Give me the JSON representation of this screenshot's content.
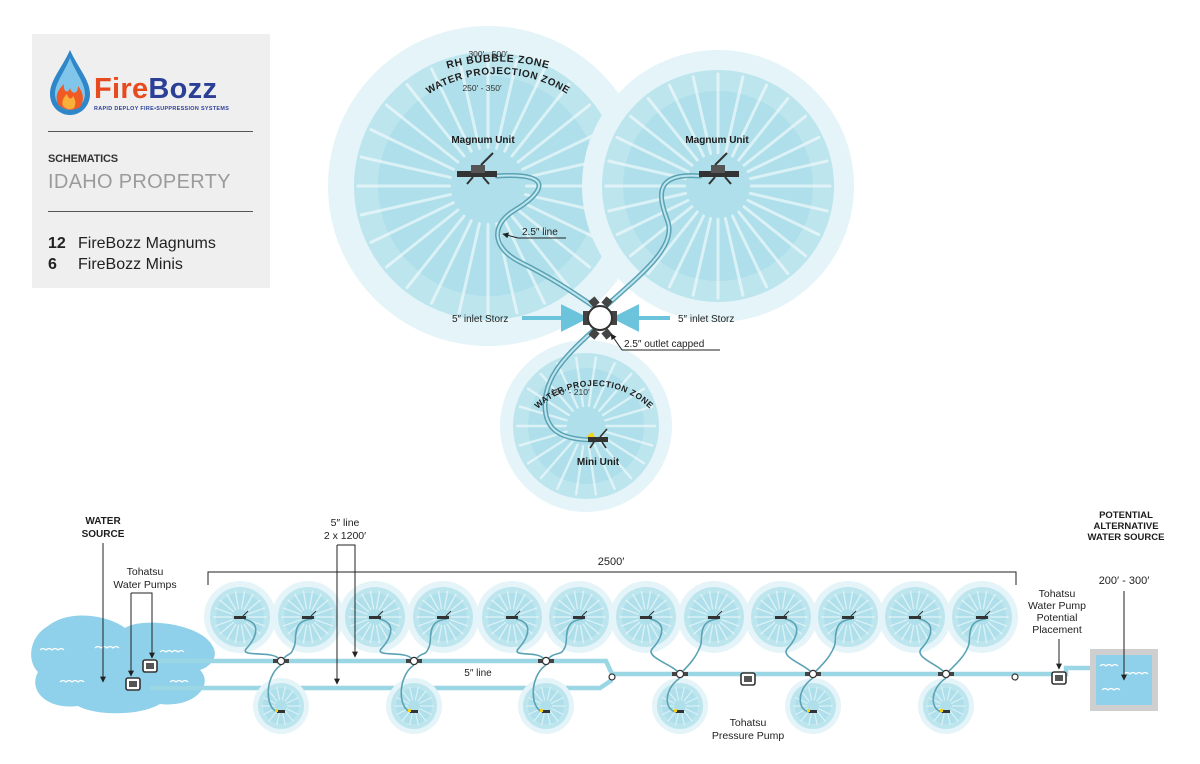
{
  "panel": {
    "brand_fire": "Fire",
    "brand_bozz": "Bozz",
    "tagline": "RAPID DEPLOY FIRE•SUPPRESSION SYSTEMS",
    "section_label": "SCHEMATICS",
    "property_name": "IDAHO PROPERTY",
    "counts": [
      {
        "num": "12",
        "label": "FireBozz Magnums"
      },
      {
        "num": "6",
        "label": "FireBozz Minis"
      }
    ]
  },
  "detail": {
    "rh_bubble_zone": "RH BUBBLE ZONE",
    "rh_bubble_range": "300′ - 500′",
    "projection_zone": "WATER PROJECTION ZONE",
    "magnum_projection_range": "250′ - 350′",
    "mini_projection_range": "150′ - 210′",
    "magnum_unit_left": "Magnum Unit",
    "magnum_unit_right": "Magnum Unit",
    "mini_unit": "Mini Unit",
    "line_label": "2.5″ line",
    "inlet_left": "5″ inlet Storz",
    "inlet_right": "5″ inlet Storz",
    "outlet_capped": "2.5″ outlet capped"
  },
  "layout": {
    "water_source_line1": "WATER",
    "water_source_line2": "SOURCE",
    "pumps_line1": "Tohatsu",
    "pumps_line2": "Water Pumps",
    "five_line_top1": "5″ line",
    "five_line_top2": "2 x 1200′",
    "total_length": "2500′",
    "five_line_mid": "5″ line",
    "pressure_pump_line1": "Tohatsu",
    "pressure_pump_line2": "Pressure Pump",
    "alt_source_line1": "POTENTIAL",
    "alt_source_line2": "ALTERNATIVE",
    "alt_source_line3": "WATER SOURCE",
    "alt_distance": "200′ - 300′",
    "alt_pump_line1": "Tohatsu",
    "alt_pump_line2": "Water Pump",
    "alt_pump_line3": "Potential",
    "alt_pump_line4": "Placement"
  },
  "colors": {
    "zone_light": "#e4f4f8",
    "zone_mid": "#bde5ee",
    "zone_inner": "#a3dbe8",
    "hose": "#5aa2b4",
    "pipe": "#9bd6e4",
    "water": "#8fd0ea",
    "brand_blue": "#2b3f96",
    "brand_orange": "#e74a1e"
  }
}
